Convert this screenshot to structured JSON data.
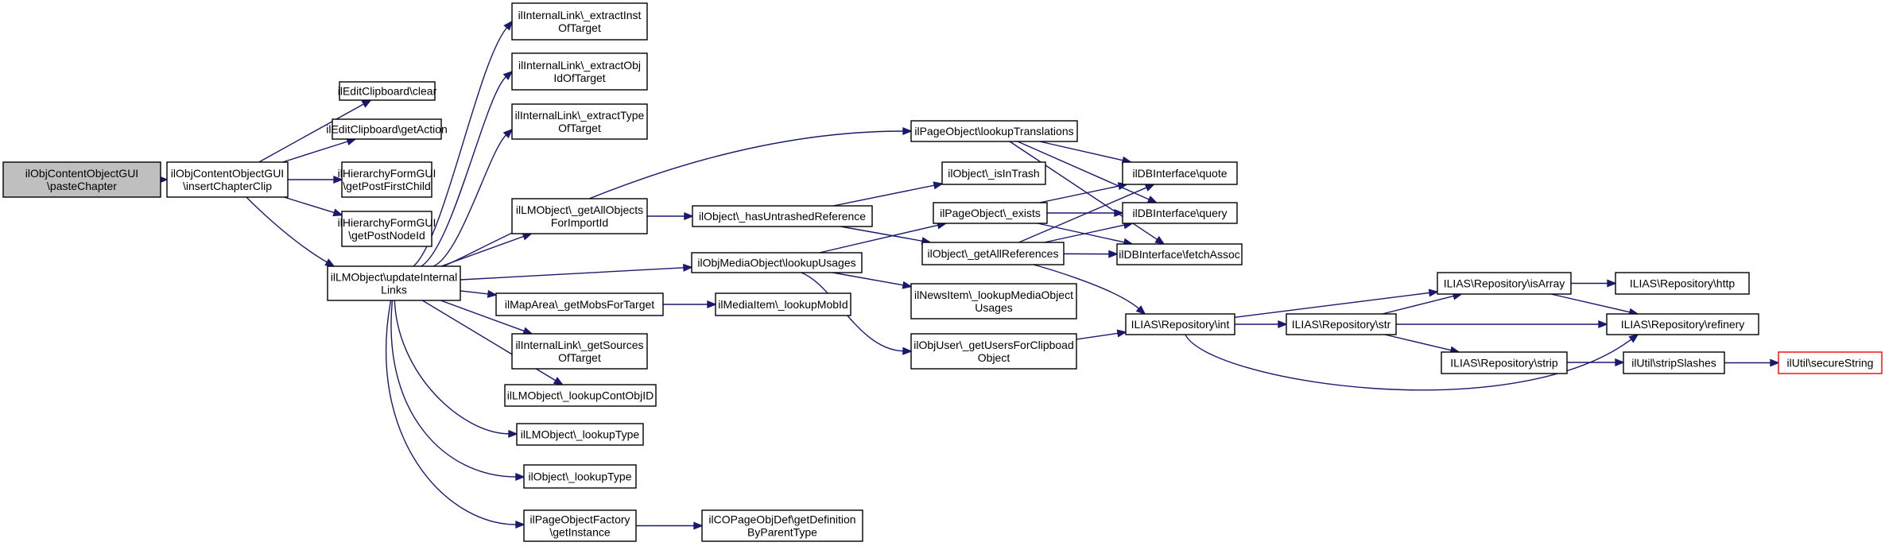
{
  "colors": {
    "edge": "#191970",
    "root_fill": "#bfbfbf",
    "node_fill": "#ffffff",
    "node_border": "#000000",
    "truncated_border": "#ff0000"
  },
  "nodes": {
    "paste": [
      "ilObjContentObjectGUI",
      "\\pasteChapter"
    ],
    "insert": [
      "ilObjContentObjectGUI",
      "\\insertChapterClip"
    ],
    "clear": [
      "ilEditClipboard\\clear"
    ],
    "getAction": [
      "ilEditClipboard\\getAction"
    ],
    "postFirst": [
      "ilHierarchyFormGUI",
      "\\getPostFirstChild"
    ],
    "postNode": [
      "ilHierarchyFormGUI",
      "\\getPostNodeId"
    ],
    "update": [
      "ilLMObject\\updateInternal",
      "Links"
    ],
    "extInst": [
      "ilInternalLink\\_extractInst",
      "OfTarget"
    ],
    "extObj": [
      "ilInternalLink\\_extractObj",
      "IdOfTarget"
    ],
    "extType": [
      "ilInternalLink\\_extractType",
      "OfTarget"
    ],
    "getAllObj": [
      "ilLMObject\\_getAllObjects",
      "ForImportId"
    ],
    "getMobs": [
      "ilMapArea\\_getMobsForTarget"
    ],
    "getSources": [
      "ilInternalLink\\_getSources",
      "OfTarget"
    ],
    "lookupCont": [
      "ilLMObject\\_lookupContObjID"
    ],
    "lmLookupType": [
      "ilLMObject\\_lookupType"
    ],
    "objLookupType": [
      "ilObject\\_lookupType"
    ],
    "pofGetInstance": [
      "ilPageObjectFactory",
      "\\getInstance"
    ],
    "lookupTrans": [
      "ilPageObject\\lookupTranslations"
    ],
    "isInTrash": [
      "ilObject\\_isInTrash"
    ],
    "hasUntrashed": [
      "ilObject\\_hasUntrashedReference"
    ],
    "lookupUsages": [
      "ilObjMediaObject\\lookupUsages"
    ],
    "mediaLookupMob": [
      "ilMediaItem\\_lookupMobId"
    ],
    "copDef": [
      "ilCOPageObjDef\\getDefinition",
      "ByParentType"
    ],
    "pageExists": [
      "ilPageObject\\_exists"
    ],
    "getAllRefs": [
      "ilObject\\_getAllReferences"
    ],
    "newsLookup": [
      "ilNewsItem\\_lookupMediaObject",
      "Usages"
    ],
    "usersClip": [
      "ilObjUser\\_getUsersForClipboad",
      "Object"
    ],
    "quote": [
      "ilDBInterface\\quote"
    ],
    "query": [
      "ilDBInterface\\query"
    ],
    "fetchAssoc": [
      "ilDBInterface\\fetchAssoc"
    ],
    "repoInt": [
      "ILIAS\\Repository\\int"
    ],
    "repoIsArray": [
      "ILIAS\\Repository\\isArray"
    ],
    "repoStr": [
      "ILIAS\\Repository\\str"
    ],
    "repoStrip": [
      "ILIAS\\Repository\\strip"
    ],
    "repoHttp": [
      "ILIAS\\Repository\\http"
    ],
    "repoRefinery": [
      "ILIAS\\Repository\\refinery"
    ],
    "stripSlashes": [
      "ilUtil\\stripSlashes"
    ],
    "secureString": [
      "ilUtil\\secureString"
    ]
  },
  "edges": [
    [
      "paste",
      "insert"
    ],
    [
      "insert",
      "clear"
    ],
    [
      "insert",
      "getAction"
    ],
    [
      "insert",
      "postFirst"
    ],
    [
      "insert",
      "postNode"
    ],
    [
      "insert",
      "update"
    ],
    [
      "update",
      "extInst"
    ],
    [
      "update",
      "extObj"
    ],
    [
      "update",
      "extType"
    ],
    [
      "update",
      "lookupTrans"
    ],
    [
      "update",
      "getAllObj"
    ],
    [
      "update",
      "lookupUsages"
    ],
    [
      "update",
      "getMobs"
    ],
    [
      "update",
      "getSources"
    ],
    [
      "update",
      "lookupCont"
    ],
    [
      "update",
      "lmLookupType"
    ],
    [
      "update",
      "objLookupType"
    ],
    [
      "update",
      "pofGetInstance"
    ],
    [
      "getAllObj",
      "hasUntrashed"
    ],
    [
      "hasUntrashed",
      "isInTrash"
    ],
    [
      "hasUntrashed",
      "getAllRefs"
    ],
    [
      "lookupTrans",
      "quote"
    ],
    [
      "lookupTrans",
      "query"
    ],
    [
      "lookupTrans",
      "fetchAssoc"
    ],
    [
      "lookupUsages",
      "pageExists"
    ],
    [
      "lookupUsages",
      "newsLookup"
    ],
    [
      "lookupUsages",
      "usersClip"
    ],
    [
      "pageExists",
      "quote"
    ],
    [
      "pageExists",
      "query"
    ],
    [
      "pageExists",
      "fetchAssoc"
    ],
    [
      "getAllRefs",
      "quote"
    ],
    [
      "getAllRefs",
      "query"
    ],
    [
      "getAllRefs",
      "fetchAssoc"
    ],
    [
      "getAllRefs",
      "repoInt"
    ],
    [
      "getMobs",
      "mediaLookupMob"
    ],
    [
      "pofGetInstance",
      "copDef"
    ],
    [
      "usersClip",
      "repoInt"
    ],
    [
      "repoInt",
      "repoIsArray"
    ],
    [
      "repoInt",
      "repoStr"
    ],
    [
      "repoInt",
      "repoRefinery"
    ],
    [
      "repoIsArray",
      "repoHttp"
    ],
    [
      "repoIsArray",
      "repoRefinery"
    ],
    [
      "repoStr",
      "repoIsArray"
    ],
    [
      "repoStr",
      "repoRefinery"
    ],
    [
      "repoStr",
      "repoStrip"
    ],
    [
      "repoStrip",
      "stripSlashes"
    ],
    [
      "stripSlashes",
      "secureString"
    ]
  ]
}
